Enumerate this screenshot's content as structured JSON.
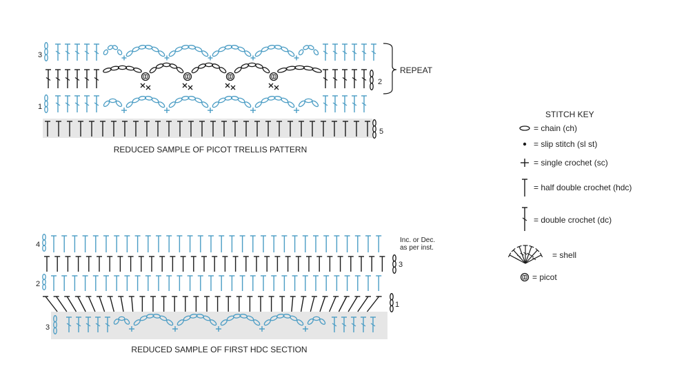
{
  "colors": {
    "blue": "#4a9cc4",
    "black": "#1a1a1a",
    "foundation_fill": "#e6e6e6"
  },
  "top_chart": {
    "caption": "REDUCED SAMPLE OF PICOT TRELLIS PATTERN",
    "row_numbers": {
      "row3": "3",
      "row2": "2",
      "row1": "1",
      "foundation": "5"
    },
    "repeat_label": "REPEAT"
  },
  "bottom_chart": {
    "caption": "REDUCED SAMPLE OF FIRST HDC SECTION",
    "row_numbers": {
      "row4": "4",
      "row3": "3",
      "row2": "2",
      "row1": "1",
      "base": "3"
    },
    "note_line1": "Inc. or Dec.",
    "note_line2": "as per inst."
  },
  "stitch_key": {
    "title": "STITCH KEY",
    "chain": "= chain (ch)",
    "slip_stitch": "= slip stitch (sl st)",
    "single_crochet": "= single crochet (sc)",
    "half_double_crochet": "= half double crochet (hdc)",
    "double_crochet": "= double crochet (dc)",
    "shell": "= shell",
    "picot": "= picot"
  }
}
